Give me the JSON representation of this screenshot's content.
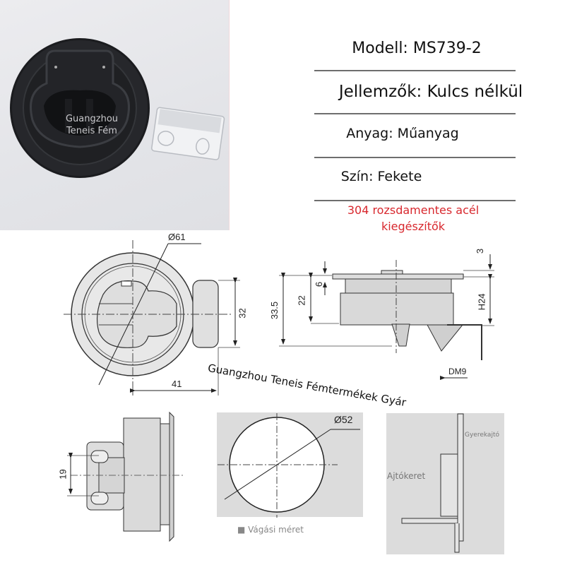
{
  "photo": {
    "watermark_line1": "Guangzhou",
    "watermark_line2": "Teneis Fém"
  },
  "specs": {
    "model": "Modell: MS739-2",
    "features": "Jellemzők: Kulcs nélkül",
    "material": "Anyag: Műanyag",
    "color": "Szín: Fekete",
    "accessory_line1": "304 rozsdamentes acél",
    "accessory_line2": "kiegészítők"
  },
  "drawing_front": {
    "diameter": "Ø61",
    "height": "32",
    "width": "41"
  },
  "drawing_side": {
    "total_height": "33.5",
    "body_height": "22",
    "top_offset": "6",
    "flange": "3",
    "h_dim": "H24",
    "view_label": "DM9"
  },
  "watermark_center": "Guangzhou Teneis Fémtermékek Gyár",
  "drawing_bottom": {
    "hole_spacing": "19"
  },
  "cutout": {
    "diameter": "Ø52",
    "caption": "■ Vágási méret"
  },
  "install": {
    "child_door_label": "Gyerekajtó",
    "frame_label": "Ajtókeret"
  },
  "colors": {
    "accent_red": "#d8282e",
    "separator": "#6e6e6e",
    "panel_gray": "#dcdcdc"
  }
}
